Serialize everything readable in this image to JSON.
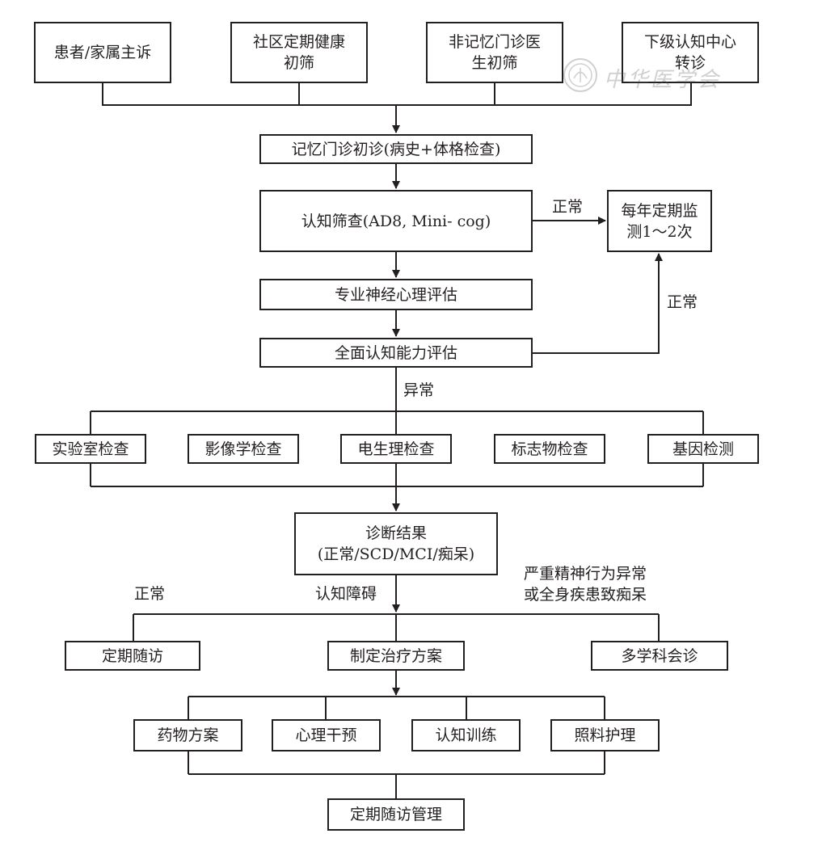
{
  "nodes": {
    "patient_complaint": "患者/家属主诉",
    "community_screening": "社区定期健康\n初筛",
    "non_memory_clinic": "非记忆门诊医\n生初筛",
    "lower_center_referral": "下级认知中心\n转诊",
    "memory_clinic_first_visit": "记忆门诊初诊(病史+体格检查)",
    "cognitive_screening": "认知筛查(AD8, Mini- cog)",
    "annual_monitoring": "每年定期监\n测1～2次",
    "neuropsych_assessment": "专业神经心理评估",
    "comprehensive_assessment": "全面认知能力评估",
    "lab_test": "实验室检查",
    "imaging_test": "影像学检查",
    "electrophysiology_test": "电生理检查",
    "biomarker_test": "标志物检查",
    "genetic_test": "基因检测",
    "diagnosis_result": "诊断结果\n(正常/SCD/MCI/痴呆)",
    "regular_followup": "定期随访",
    "treatment_plan": "制定治疗方案",
    "mdt_consultation": "多学科会诊",
    "drug_therapy": "药物方案",
    "psych_intervention": "心理干预",
    "cognitive_training": "认知训练",
    "care_nursing": "照料护理",
    "followup_management": "定期随访管理"
  },
  "edge_labels": {
    "normal_screening": "正常",
    "normal_assessment": "正常",
    "abnormal": "异常",
    "normal_diagnosis": "正常",
    "cognitive_impairment": "认知障碍",
    "severe_condition": "严重精神行为异常\n或全身疾患致痴呆"
  },
  "watermark": {
    "icon": "seal-logo-icon",
    "text": "中华医学会"
  },
  "colors": {
    "line": "#231f20",
    "text": "#231f20",
    "background": "#ffffff"
  }
}
